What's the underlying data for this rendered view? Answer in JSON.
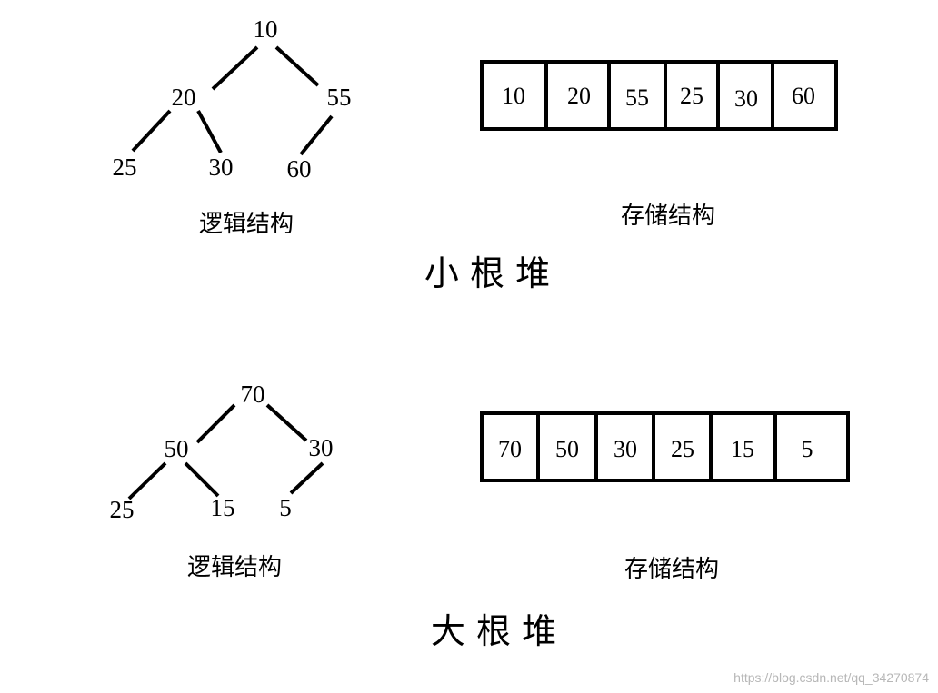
{
  "min_heap": {
    "title": "小 根 堆",
    "logical_caption": "逻辑结构",
    "storage_caption": "存储结构",
    "tree": {
      "root": "10",
      "left": "20",
      "right": "55",
      "left_left": "25",
      "left_right": "30",
      "right_left": "60"
    },
    "array": [
      "10",
      "20",
      "55",
      "25",
      "30",
      "60"
    ]
  },
  "max_heap": {
    "title": "大 根 堆",
    "logical_caption": "逻辑结构",
    "storage_caption": "存储结构",
    "tree": {
      "root": "70",
      "left": "50",
      "right": "30",
      "left_left": "25",
      "left_right": "15",
      "right_left": "5"
    },
    "array": [
      "70",
      "50",
      "30",
      "25",
      "15",
      "5"
    ]
  },
  "watermark": "https://blog.csdn.net/qq_34270874"
}
